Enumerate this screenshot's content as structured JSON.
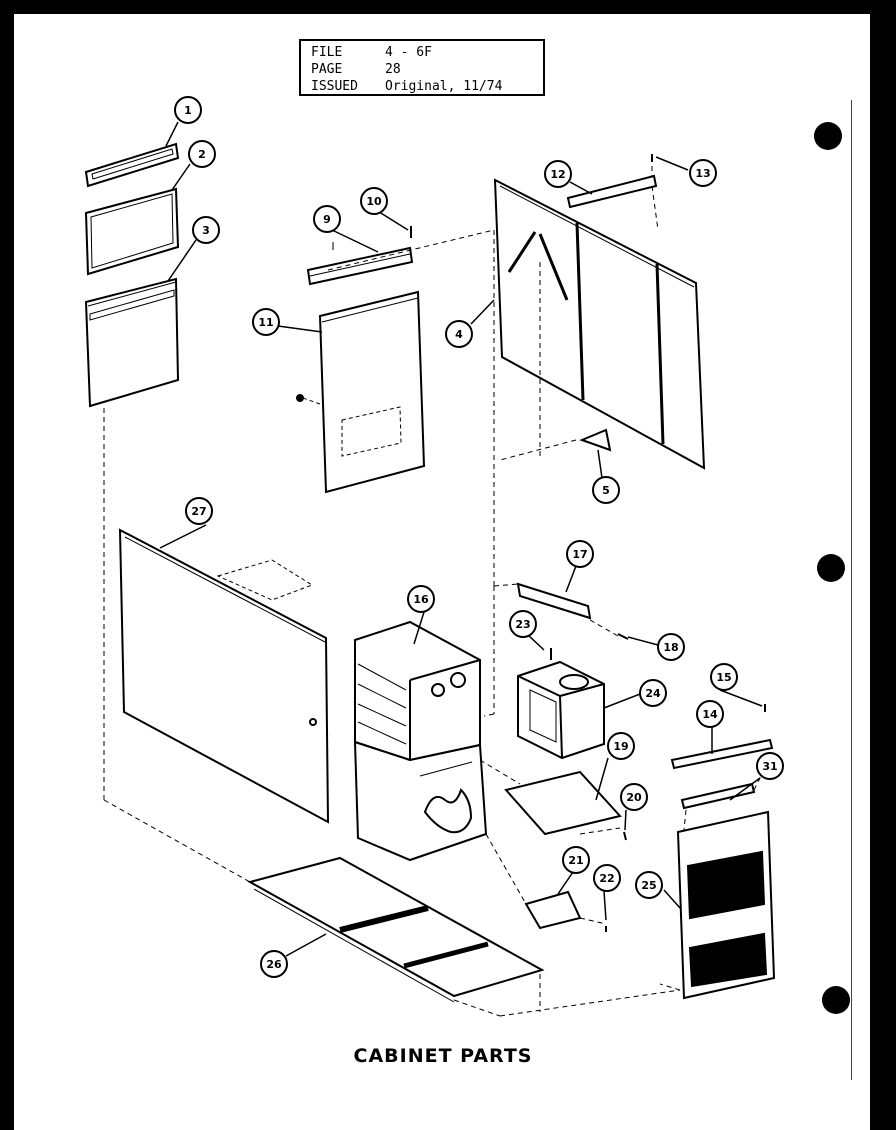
{
  "header": {
    "file_label": "FILE",
    "file_value": "4 - 6F",
    "page_label": "PAGE",
    "page_value": "28",
    "issued_label": "ISSUED",
    "issued_value": "Original, 11/74"
  },
  "caption": "CABINET PARTS",
  "callouts": {
    "c1": "1",
    "c2": "2",
    "c3": "3",
    "c4": "4",
    "c5": "5",
    "c9": "9",
    "c10": "10",
    "c11": "11",
    "c12": "12",
    "c13": "13",
    "c14": "14",
    "c15": "15",
    "c16": "16",
    "c17": "17",
    "c18": "18",
    "c19": "19",
    "c20": "20",
    "c21": "21",
    "c22": "22",
    "c23": "23",
    "c24": "24",
    "c25": "25",
    "c26": "26",
    "c27": "27",
    "c31": "31"
  }
}
